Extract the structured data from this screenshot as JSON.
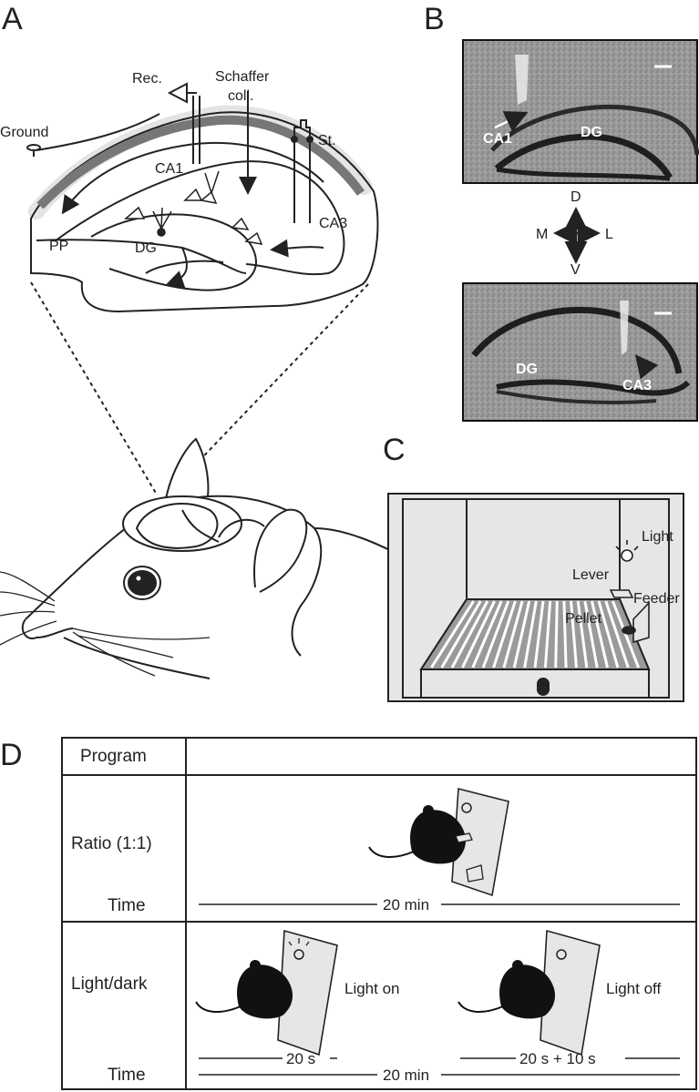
{
  "panels": {
    "a": {
      "letter": "A",
      "labels": {
        "rec": "Rec.",
        "schaffer_line1": "Schaffer",
        "schaffer_line2": "coll.",
        "ground": "Ground",
        "st": "St.",
        "ca1": "CA1",
        "ca3": "CA3",
        "pp": "PP",
        "dg": "DG"
      }
    },
    "b": {
      "letter": "B",
      "top_labels": {
        "ca1": "CA1",
        "dg": "DG"
      },
      "bottom_labels": {
        "dg": "DG",
        "ca3": "CA3"
      },
      "compass": {
        "d": "D",
        "v": "V",
        "m": "M",
        "l": "L"
      }
    },
    "c": {
      "letter": "C",
      "labels": {
        "light": "Light",
        "lever": "Lever",
        "feeder": "Feeder",
        "pellet": "Pellet"
      }
    },
    "d": {
      "letter": "D",
      "table": {
        "header": "Program",
        "row1": {
          "name": "Ratio (1:1)",
          "time_label": "Time",
          "duration": "20 min"
        },
        "row2": {
          "name": "Light/dark",
          "time_label": "Time",
          "state_on": "Light on",
          "state_off": "Light off",
          "on_duration": "20 s",
          "off_duration": "20 s + 10 s",
          "total_duration": "20 min"
        }
      }
    }
  },
  "colors": {
    "ink": "#222222",
    "histology": "#8a8a8a",
    "chamber_fill": "#e6e6e6"
  }
}
